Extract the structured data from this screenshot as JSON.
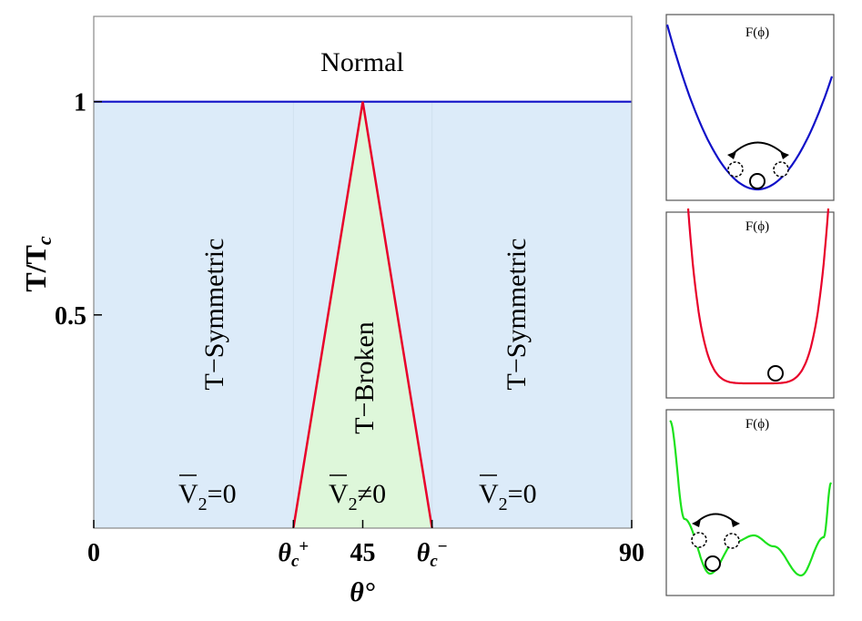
{
  "chart_data": [
    {
      "type": "area",
      "xlabel": "θ°",
      "ylabel": "T/T",
      "ylabel_subscript": "c",
      "xlim": [
        0,
        90
      ],
      "ylim": [
        0,
        1.2
      ],
      "x_ticks": [
        {
          "value": 0,
          "label": "0"
        },
        {
          "value": 33.4,
          "label": "θ",
          "sub": "c",
          "sup": "+"
        },
        {
          "value": 45,
          "label": "45"
        },
        {
          "value": 56.6,
          "label": "θ",
          "sub": "c",
          "sup": "−"
        },
        {
          "value": 90,
          "label": "90"
        }
      ],
      "y_ticks": [
        {
          "value": 0.5,
          "label": "0.5"
        },
        {
          "value": 1,
          "label": "1"
        }
      ],
      "transition_line": {
        "y": 1,
        "color": "#1010c8"
      },
      "broken_region": {
        "x": [
          33.4,
          45,
          56.6
        ],
        "y": [
          0,
          1,
          0
        ],
        "color": "#e8012a"
      },
      "region_labels": {
        "normal": "Normal",
        "left_phase": "T−Symmetric",
        "center_phase": "T−Broken",
        "right_phase": "T−Symmetric",
        "left_order": "V",
        "left_order_tail": "=0",
        "center_order": "V",
        "center_order_tail": "≠0",
        "right_order": "V",
        "right_order_tail": "=0",
        "order_sub": "2"
      },
      "colors": {
        "symmetric_fill": "#dcebf9",
        "broken_fill": "#def7da",
        "normal_fill": "#ffffff"
      }
    },
    {
      "type": "line",
      "title": "F(ϕ)",
      "curve": "single-well",
      "color": "#1010c8",
      "balls": {
        "solid": 1,
        "dashed": 2
      },
      "arrow": "double"
    },
    {
      "type": "line",
      "title": "F(ϕ)",
      "curve": "flat-bottom",
      "color": "#e8012a",
      "balls": {
        "solid": 1,
        "dashed": 0
      }
    },
    {
      "type": "line",
      "title": "F(ϕ)",
      "curve": "double-well",
      "color": "#1ce21c",
      "balls": {
        "solid": 1,
        "dashed": 2
      },
      "arrow": "double"
    }
  ]
}
